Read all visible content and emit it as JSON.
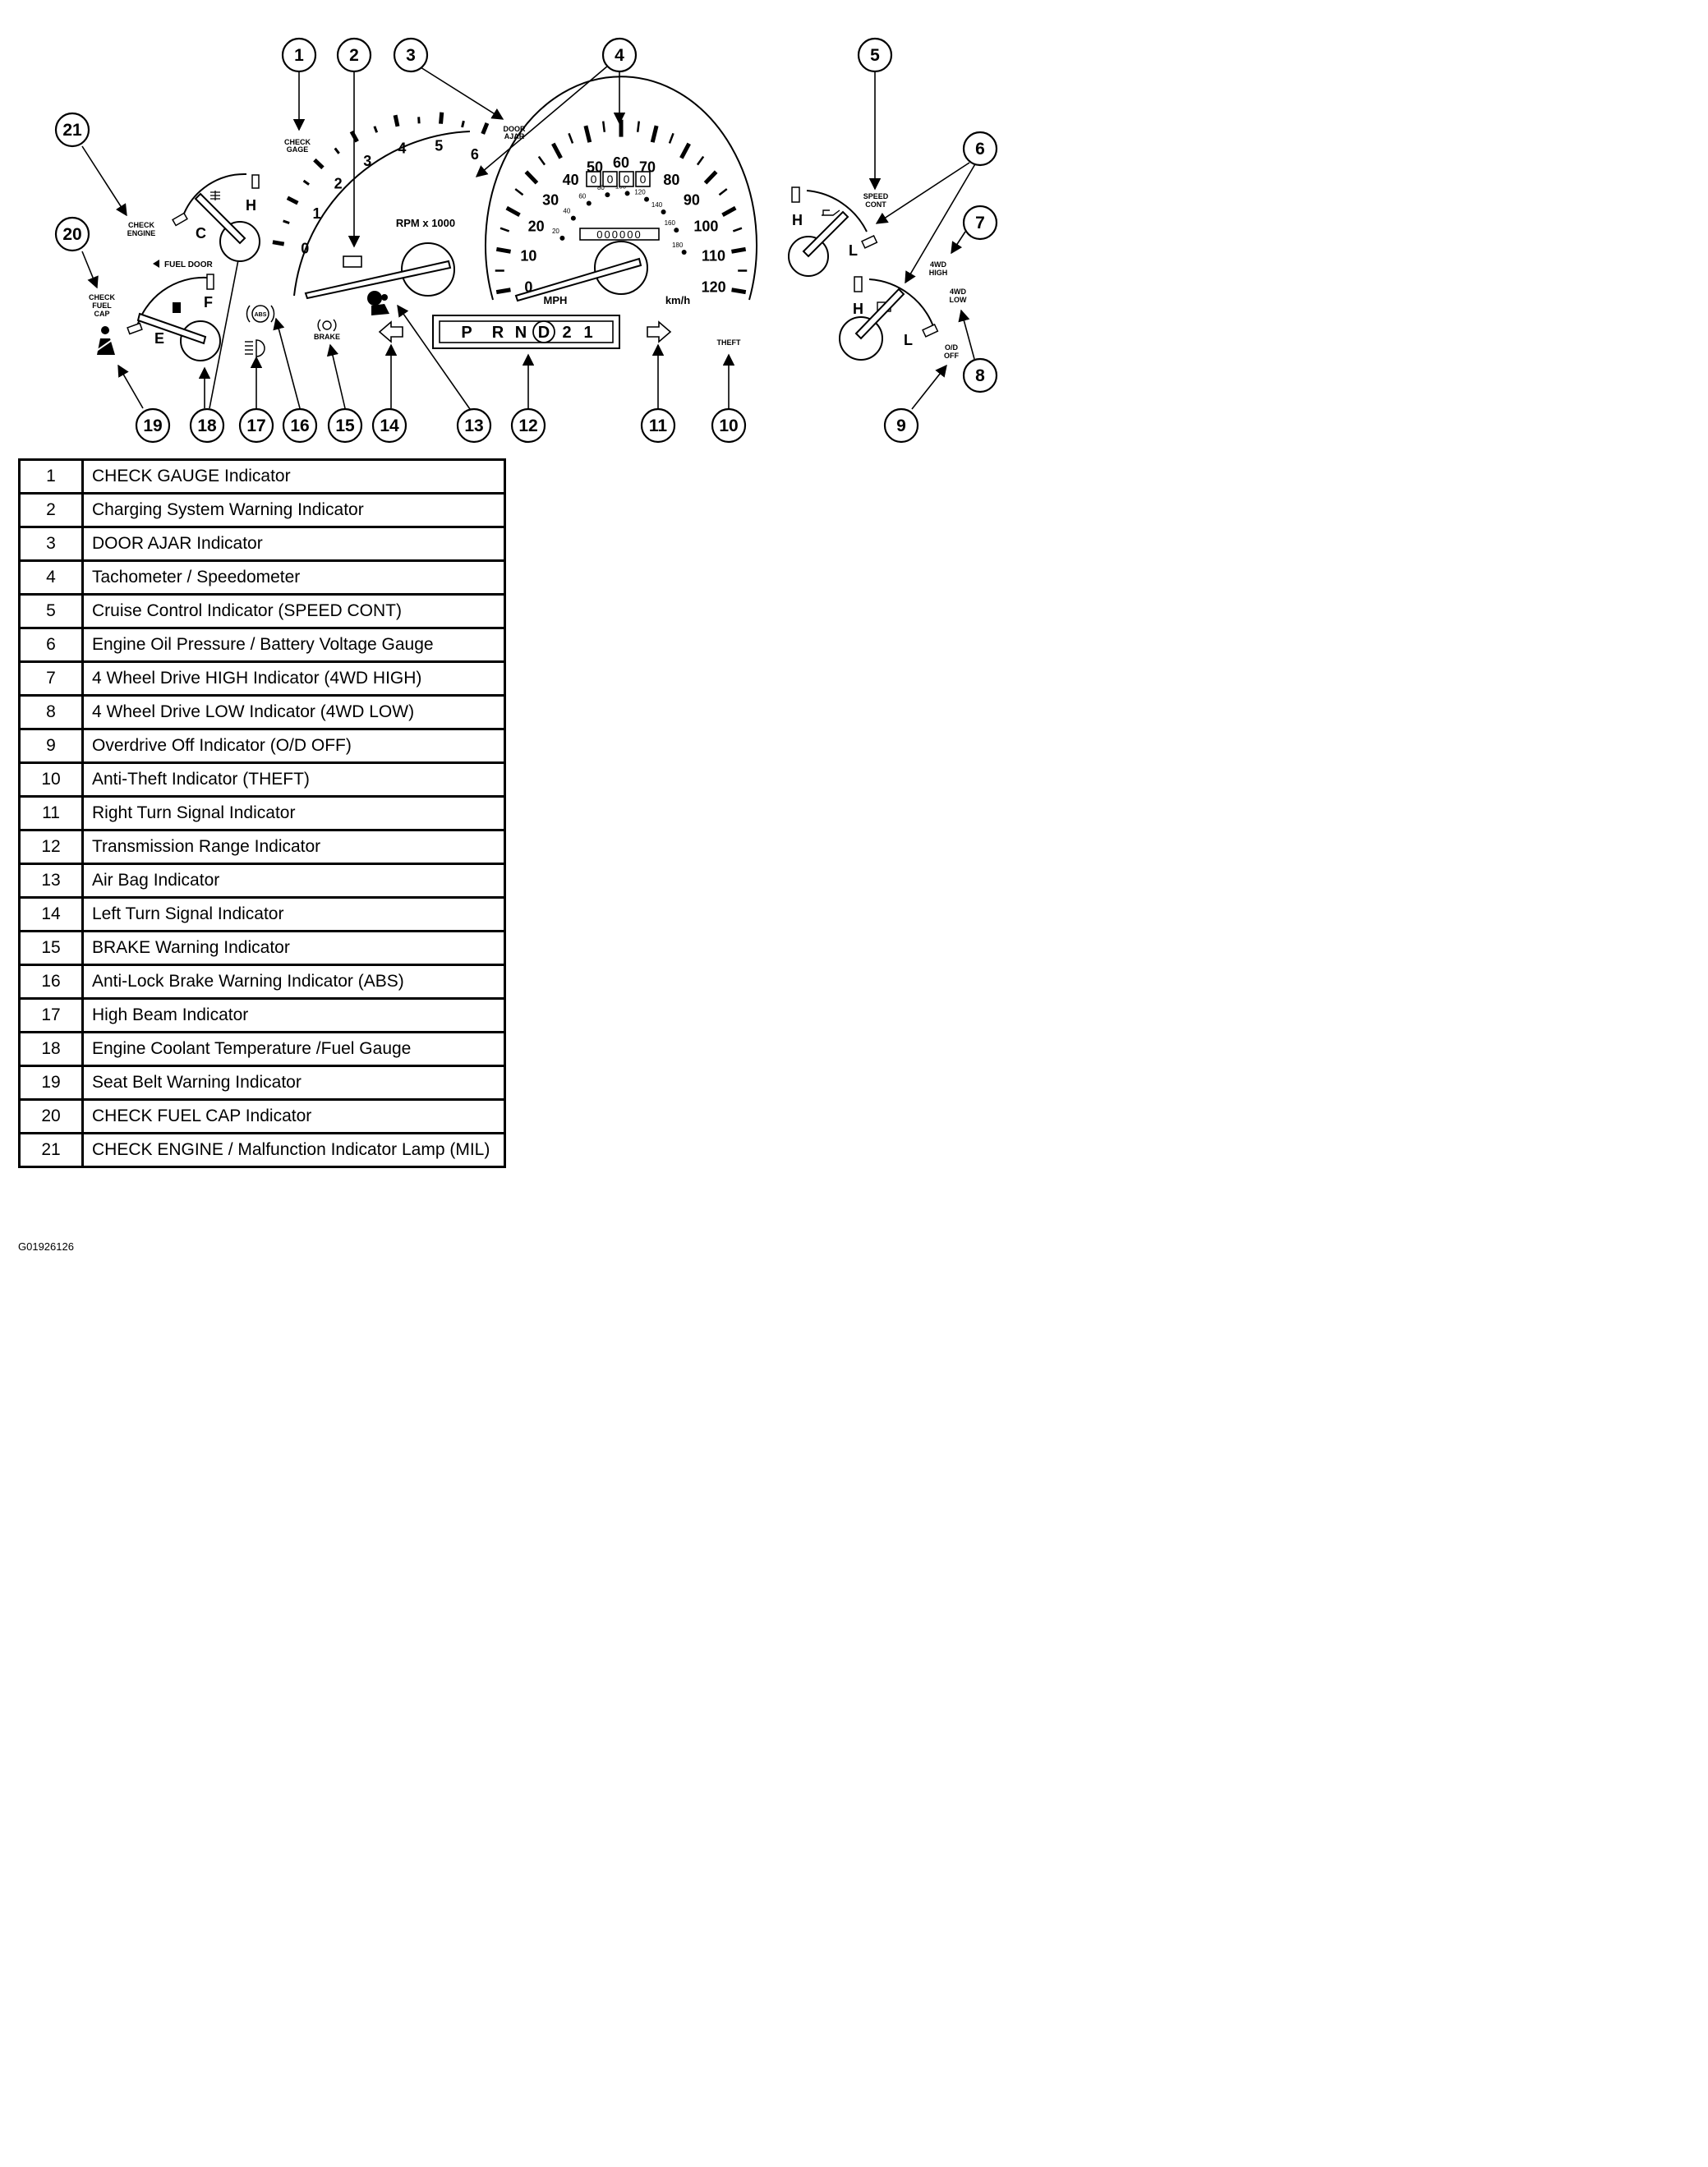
{
  "figure_id": "G01926126",
  "legend": [
    {
      "num": "1",
      "desc": "CHECK GAUGE Indicator"
    },
    {
      "num": "2",
      "desc": "Charging System Warning Indicator"
    },
    {
      "num": "3",
      "desc": "DOOR AJAR Indicator"
    },
    {
      "num": "4",
      "desc": "Tachometer / Speedometer"
    },
    {
      "num": "5",
      "desc": "Cruise Control Indicator (SPEED CONT)"
    },
    {
      "num": "6",
      "desc": "Engine Oil Pressure / Battery Voltage Gauge"
    },
    {
      "num": "7",
      "desc": "4 Wheel Drive HIGH Indicator (4WD HIGH)"
    },
    {
      "num": "8",
      "desc": "4 Wheel Drive LOW Indicator (4WD LOW)"
    },
    {
      "num": "9",
      "desc": "Overdrive Off Indicator (O/D OFF)"
    },
    {
      "num": "10",
      "desc": "Anti-Theft Indicator (THEFT)"
    },
    {
      "num": "11",
      "desc": "Right Turn Signal Indicator"
    },
    {
      "num": "12",
      "desc": "Transmission Range Indicator"
    },
    {
      "num": "13",
      "desc": "Air Bag Indicator"
    },
    {
      "num": "14",
      "desc": "Left Turn Signal Indicator"
    },
    {
      "num": "15",
      "desc": "BRAKE Warning Indicator"
    },
    {
      "num": "16",
      "desc": "Anti-Lock Brake Warning Indicator (ABS)"
    },
    {
      "num": "17",
      "desc": "High Beam Indicator"
    },
    {
      "num": "18",
      "desc": "Engine Coolant Temperature /Fuel Gauge"
    },
    {
      "num": "19",
      "desc": "Seat Belt Warning Indicator"
    },
    {
      "num": "20",
      "desc": "CHECK FUEL CAP Indicator"
    },
    {
      "num": "21",
      "desc": "CHECK ENGINE / Malfunction Indicator Lamp (MIL)"
    }
  ],
  "callouts": [
    "1",
    "2",
    "3",
    "4",
    "5",
    "6",
    "7",
    "8",
    "9",
    "10",
    "11",
    "12",
    "13",
    "14",
    "15",
    "16",
    "17",
    "18",
    "19",
    "20",
    "21"
  ],
  "indicator_labels": {
    "check_gage": [
      "CHECK",
      "GAGE"
    ],
    "door_ajar": [
      "DOOR",
      "AJAR"
    ],
    "check_engine": [
      "CHECK",
      "ENGINE"
    ],
    "check_fuel_cap": [
      "CHECK",
      "FUEL",
      "CAP"
    ],
    "fuel_door": "FUEL DOOR",
    "brake": "BRAKE",
    "abs": "ABS",
    "theft": "THEFT",
    "speed_cont": [
      "SPEED",
      "CONT"
    ],
    "wd_high": [
      "4WD",
      "HIGH"
    ],
    "wd_low": [
      "4WD",
      "LOW"
    ],
    "od_off": [
      "O/D",
      "OFF"
    ]
  },
  "gauges": {
    "coolant": {
      "low": "C",
      "high": "H"
    },
    "fuel": {
      "empty": "E",
      "full": "F"
    },
    "oil": {
      "low": "L",
      "high": "H"
    },
    "battery": {
      "low": "L",
      "high": "H"
    },
    "tach": {
      "label": "RPM x 1000",
      "ticks": [
        "0",
        "1",
        "2",
        "3",
        "4",
        "5",
        "6"
      ]
    },
    "speedo": {
      "mph_label": "MPH",
      "kmh_label": "km/h",
      "mph_ticks": [
        "0",
        "10",
        "20",
        "30",
        "40",
        "50",
        "60",
        "70",
        "80",
        "90",
        "100",
        "110",
        "120"
      ],
      "kmh_ticks": [
        "20",
        "40",
        "60",
        "80",
        "100",
        "120",
        "140",
        "160",
        "180"
      ],
      "trip_odometer": [
        "0",
        "0",
        "0",
        "0"
      ],
      "odometer": "000000"
    }
  },
  "prnd": [
    "P",
    "R",
    "N",
    "D",
    "2",
    "1"
  ],
  "prnd_selected": "D"
}
